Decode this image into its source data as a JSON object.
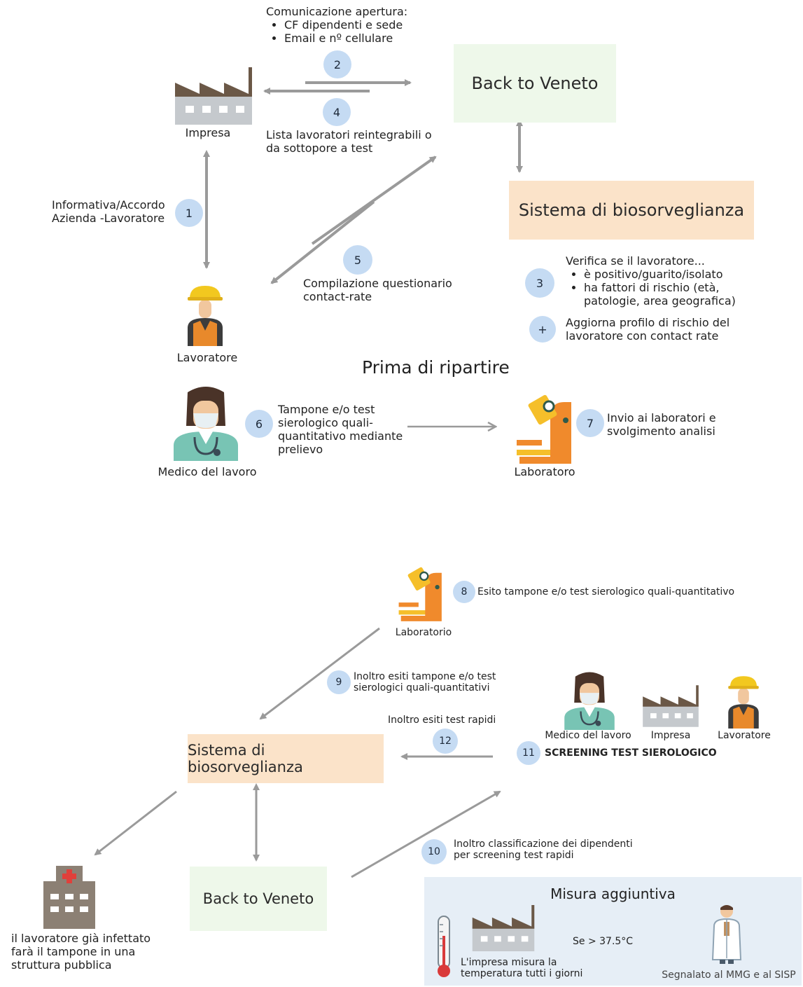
{
  "top": {
    "comm_title": "Comunicazione apertura:",
    "comm_items": [
      "CF dipendenti e sede",
      "Email e nº cellulare"
    ],
    "back_to_veneto": "Back to Veneto",
    "biosorveglianza": "Sistema di biosorveglianza",
    "impresa": "Impresa",
    "lavoratore": "Lavoratore",
    "lista_text": "Lista lavoratori reintegrabili o da sottopore a test",
    "informativa": "Informativa/Accordo Azienda -Lavoratore",
    "compilazione": "Compilazione questionario contact-rate",
    "verifica_title": "Verifica se il lavoratore...",
    "verifica_items": [
      "è positivo/guarito/isolato",
      "ha fattori di rischio (età, patologie, area geografica)"
    ],
    "aggiorna": "Aggiorna profilo di rischio del lavoratore con contact rate",
    "section_title": "Prima di ripartire",
    "tampone": "Tampone e/o test sierologico quali-quantitativo mediante prelievo",
    "medico": "Medico del lavoro",
    "invio": "Invio ai laboratori e svolgimento analisi",
    "laboratoro": "Laboratoro",
    "badges": {
      "b1": "1",
      "b2": "2",
      "b3": "3",
      "b4": "4",
      "b5": "5",
      "b6": "6",
      "b7": "7",
      "plus": "+"
    }
  },
  "bottom": {
    "laboratorio": "Laboratorio",
    "esito": "Esito tampone e/o test sierologico quali-quantitativo",
    "inoltro_esiti": "Inoltro esiti tampone e/o test sierologici quali-quantitativi",
    "inoltro_rapidi": "Inoltro esiti test rapidi",
    "medico": "Medico del lavoro",
    "impresa": "Impresa",
    "lavoratore": "Lavoratore",
    "screening": "SCREENING TEST SIEROLOGICO I",
    "biosorveglianza": "Sistema di biosorveglianza",
    "back_to_veneto": "Back to Veneto",
    "inoltro_class": "Inoltro classificazione dei dipendenti per screening test rapidi",
    "infettato": "il lavoratore già infettato farà il tampone in una struttura pubblica",
    "misura_title": "Misura aggiuntiva",
    "impresa_misura": "L'impresa misura la temperatura tutti i giorni",
    "se_temp": "Se > 37.5°C",
    "segnalato": "Segnalato al MMG e al SISP",
    "badges": {
      "b8": "8",
      "b9": "9",
      "b10": "10",
      "b11": "11",
      "b12": "12"
    }
  },
  "colors": {
    "arrow": "#9a9a9a",
    "badge": "#c5dbf3",
    "green_box": "#eef8ea",
    "peach_box": "#fbe3c9",
    "measure_box": "#e6eef6",
    "helmet": "#f2c81f",
    "vest": "#e8892b",
    "factory_roof": "#6b5847",
    "factory_wall": "#c5c9cd",
    "microscope_orange": "#f08a2c",
    "microscope_yellow": "#f5bf2a",
    "doctor_coat": "#78c4b4",
    "hospital": "#8c8074",
    "red_cross": "#e0403b"
  },
  "icons": [
    "factory-icon",
    "worker-icon",
    "doctor-icon",
    "microscope-icon",
    "hospital-icon",
    "thermometer-icon",
    "scientist-icon"
  ]
}
